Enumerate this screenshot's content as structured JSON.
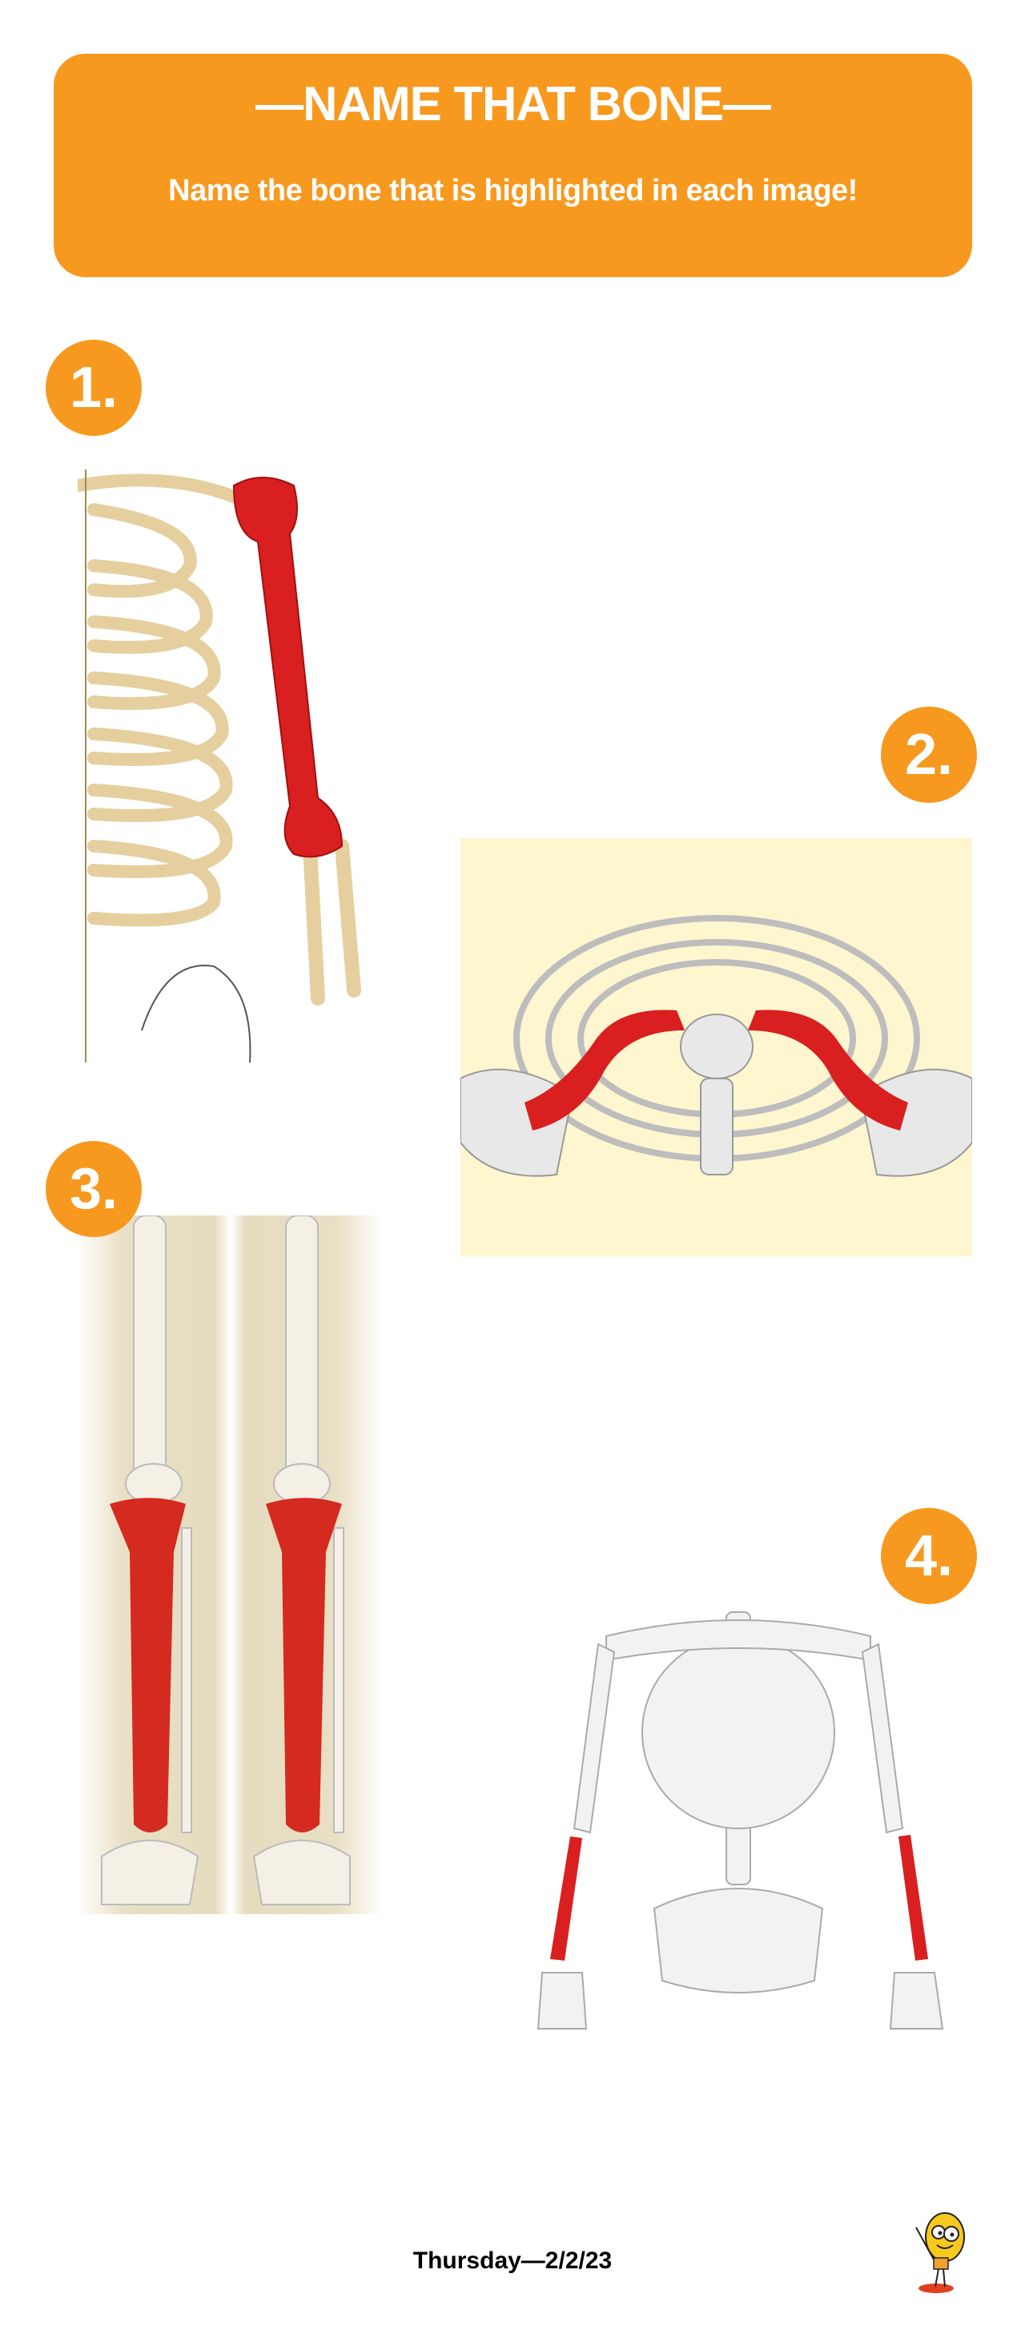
{
  "header": {
    "title": "—NAME THAT BONE—",
    "subtitle": "Name the bone that is highlighted in each image!"
  },
  "questions": [
    {
      "number": "1.",
      "image": "shoulder-arm-skeleton-highlighted-humerus"
    },
    {
      "number": "2.",
      "image": "thorax-top-view-highlighted-clavicles"
    },
    {
      "number": "3.",
      "image": "legs-skeleton-highlighted-tibias"
    },
    {
      "number": "4.",
      "image": "back-skeleton-highlighted-ulnas"
    }
  ],
  "footer": {
    "date_label": "Thursday—2/2/23"
  },
  "colors": {
    "accent": "#f7991f",
    "highlight": "#d91f1f",
    "bone": "#e6cf9e",
    "panel_bg": "#fdf6cf"
  }
}
